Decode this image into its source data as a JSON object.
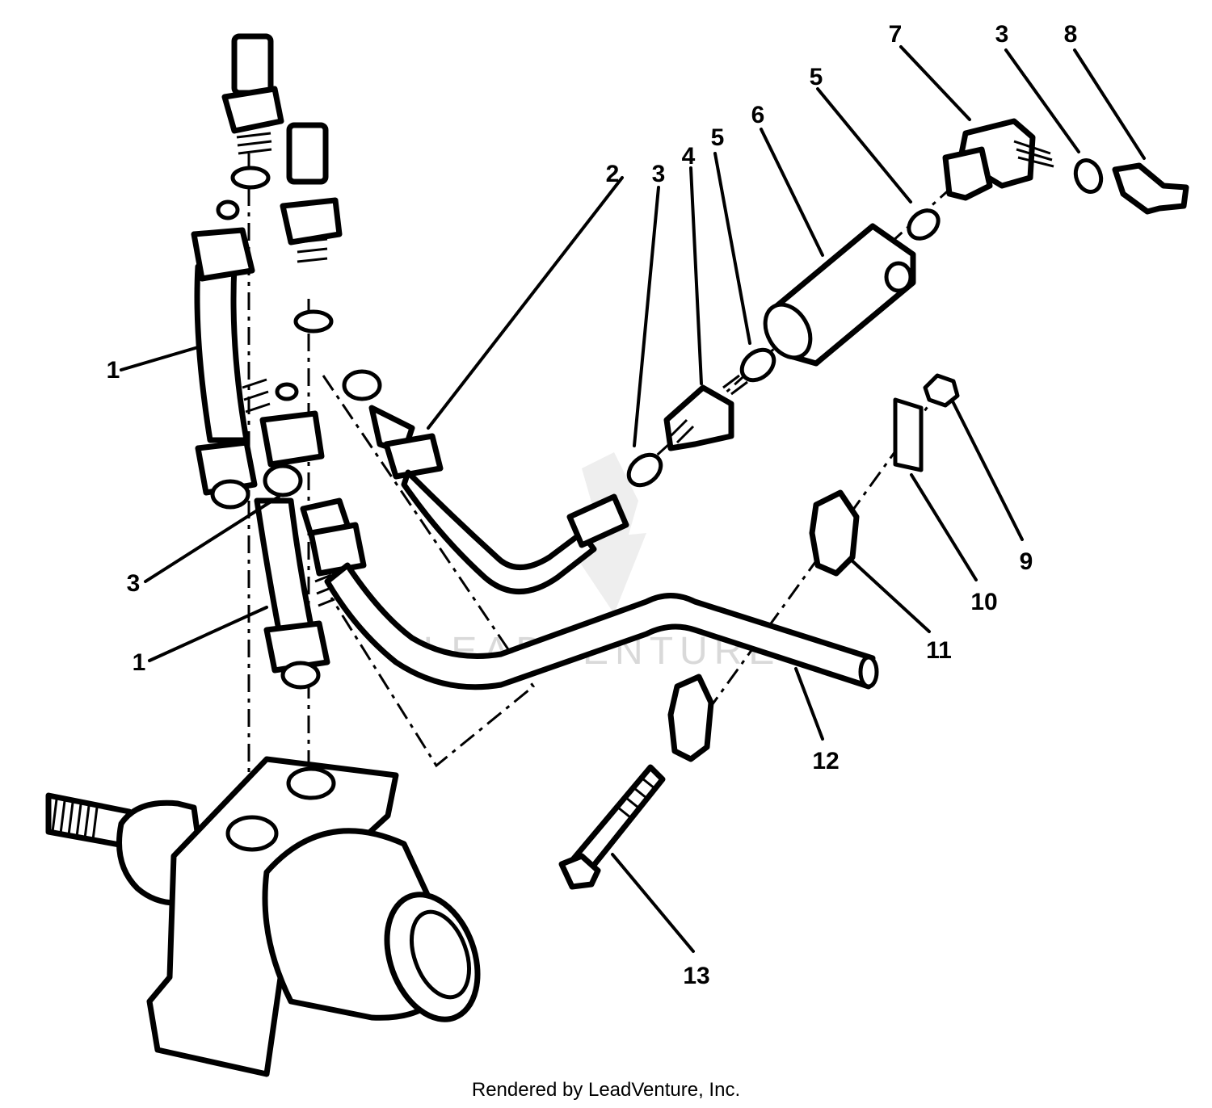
{
  "watermark": {
    "text": "LEADVENTURE"
  },
  "credit": {
    "text": "Rendered by LeadVenture, Inc."
  },
  "callouts": [
    {
      "id": "c1a",
      "label": "1"
    },
    {
      "id": "c1b",
      "label": "1"
    },
    {
      "id": "c2",
      "label": "2"
    },
    {
      "id": "c3a",
      "label": "3"
    },
    {
      "id": "c3b",
      "label": "3"
    },
    {
      "id": "c3c",
      "label": "3"
    },
    {
      "id": "c4",
      "label": "4"
    },
    {
      "id": "c5a",
      "label": "5"
    },
    {
      "id": "c5b",
      "label": "5"
    },
    {
      "id": "c6",
      "label": "6"
    },
    {
      "id": "c7",
      "label": "7"
    },
    {
      "id": "c8",
      "label": "8"
    },
    {
      "id": "c9",
      "label": "9"
    },
    {
      "id": "c10",
      "label": "10"
    },
    {
      "id": "c11",
      "label": "11"
    },
    {
      "id": "c12",
      "label": "12"
    },
    {
      "id": "c13",
      "label": "13"
    }
  ]
}
